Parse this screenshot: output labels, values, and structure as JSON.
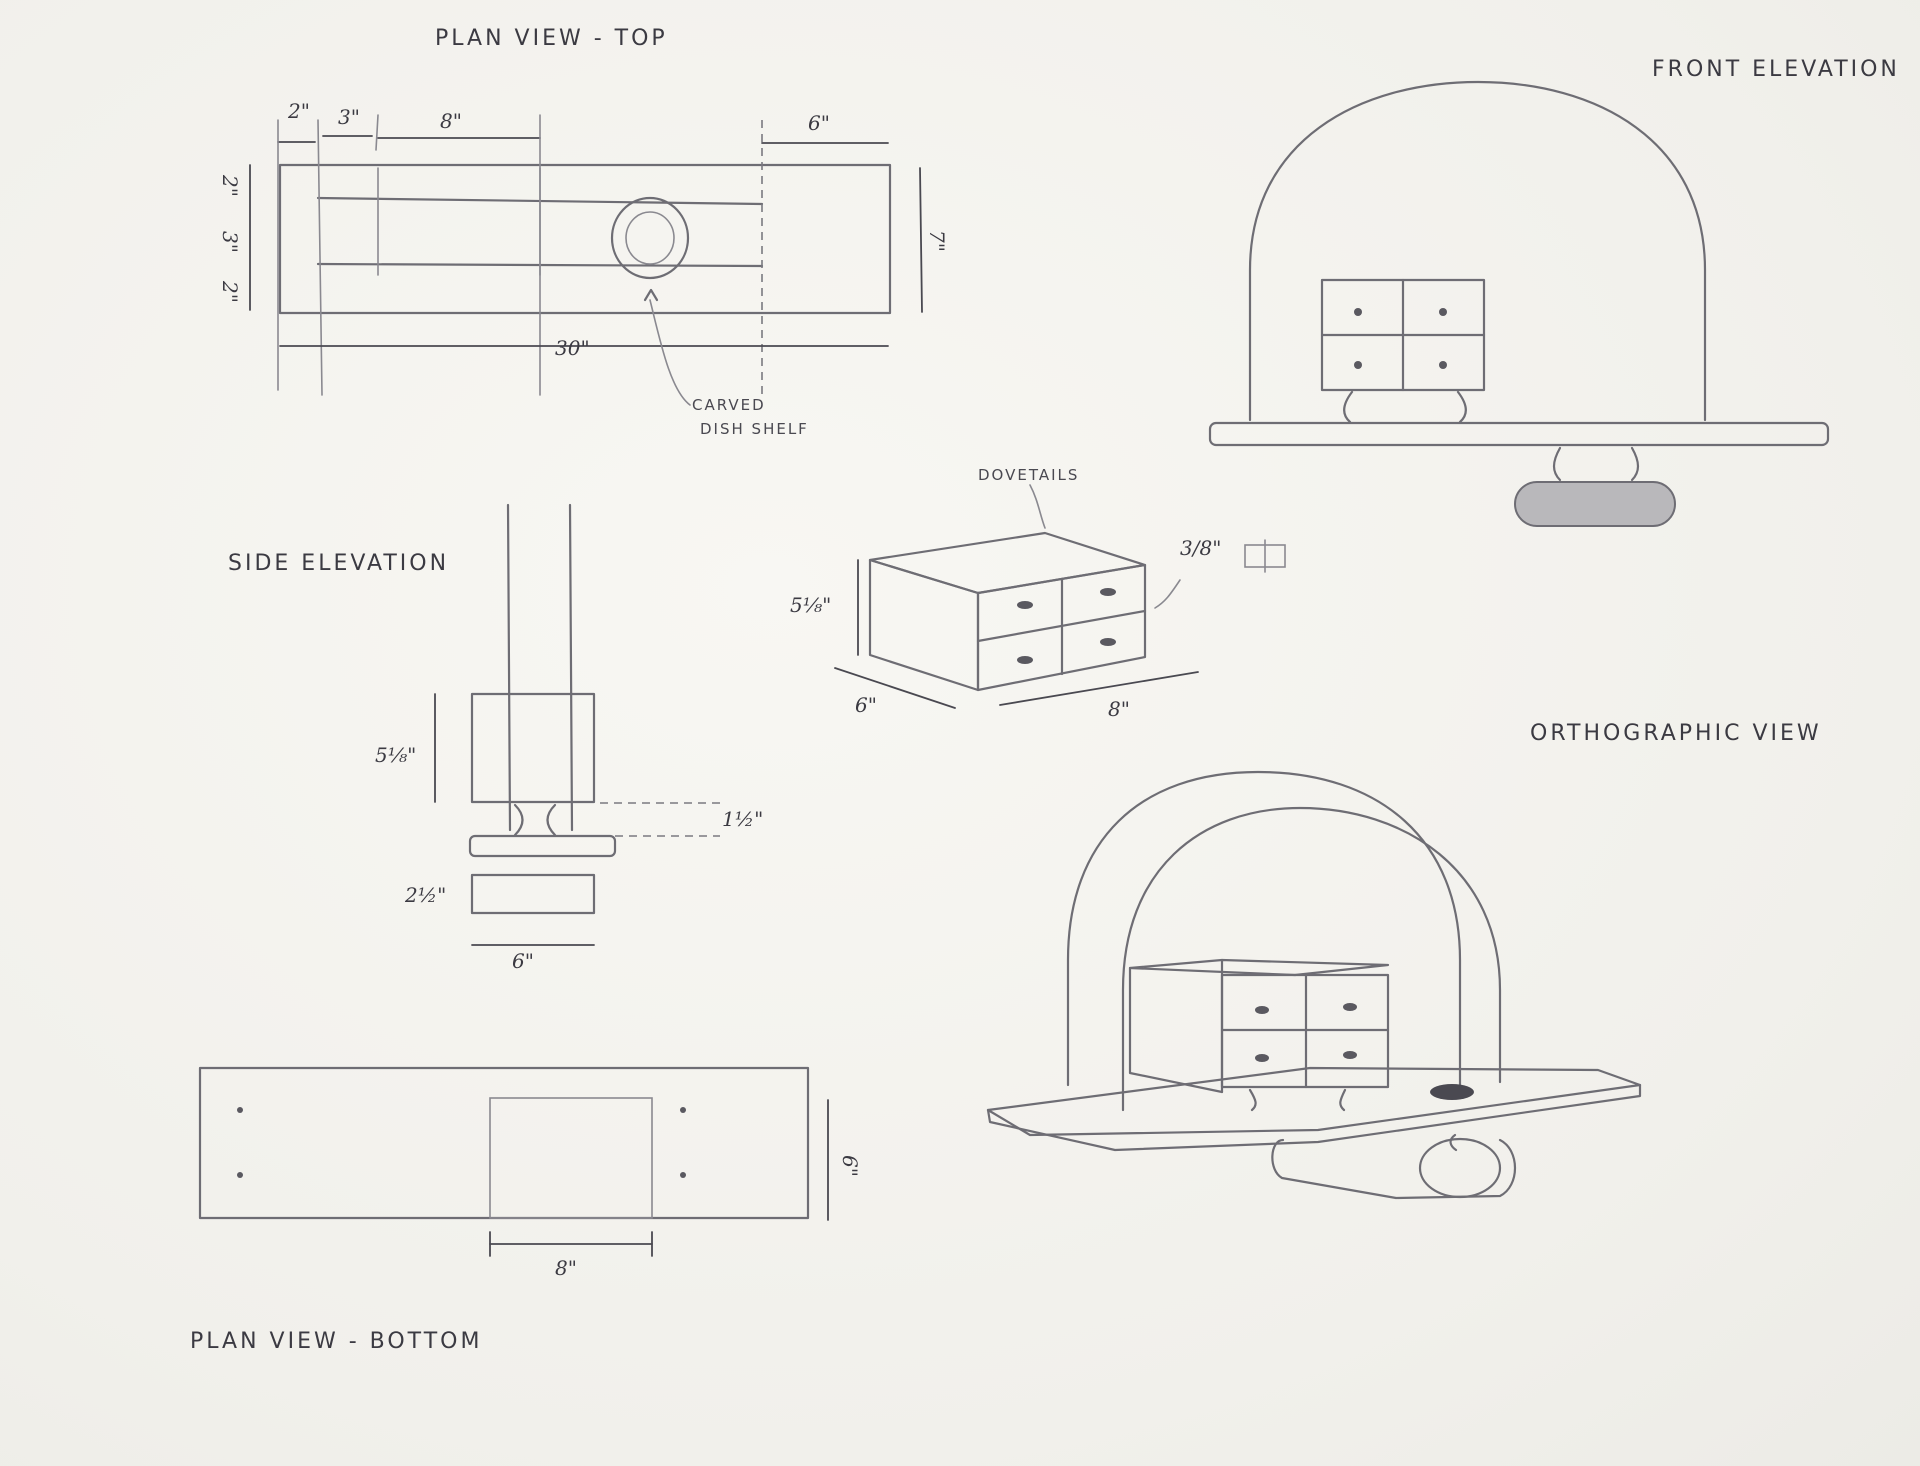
{
  "views": {
    "plan_top": "PLAN VIEW - TOP",
    "front_elevation": "FRONT ELEVATION",
    "side_elevation": "SIDE ELEVATION",
    "orthographic": "ORTHOGRAPHIC VIEW",
    "plan_bottom": "PLAN VIEW - BOTTOM"
  },
  "plan_top_dims": {
    "d1": "2\"",
    "d2": "3\"",
    "d3": "8\"",
    "d4": "6\"",
    "d5": "2\"",
    "d6": "3\"",
    "d7": "2\"",
    "d8": "7\"",
    "d9": "30\""
  },
  "notes": {
    "carved_1": "CARVED",
    "carved_2": "DISH SHELF",
    "dovetails": "DOVETAILS"
  },
  "box_dims": {
    "height": "5¹⁄₈\"",
    "thickness": "3/8\"",
    "depth": "6\"",
    "width": "8\""
  },
  "side_dims": {
    "height": "5¹⁄₈\"",
    "gap": "1½\"",
    "foot": "2½\"",
    "width": "6\""
  },
  "bottom_dims": {
    "depth": "6\"",
    "width": "8\""
  }
}
